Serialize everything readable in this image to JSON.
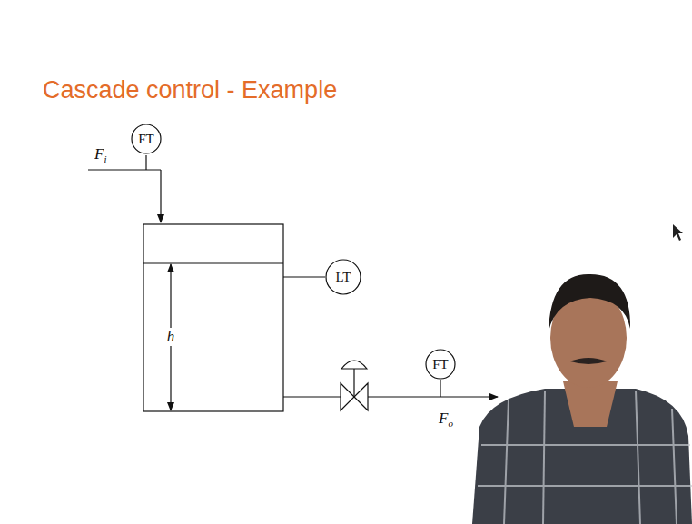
{
  "diagram": {
    "title": "Cascade control - Example",
    "nodes": [
      {
        "text": [
          "FT"
        ]
      },
      {
        "text": [
          "LT"
        ]
      },
      {
        "text": [
          "FT"
        ]
      }
    ],
    "labels": [
      "Fi",
      "h",
      "Fo"
    ]
  }
}
